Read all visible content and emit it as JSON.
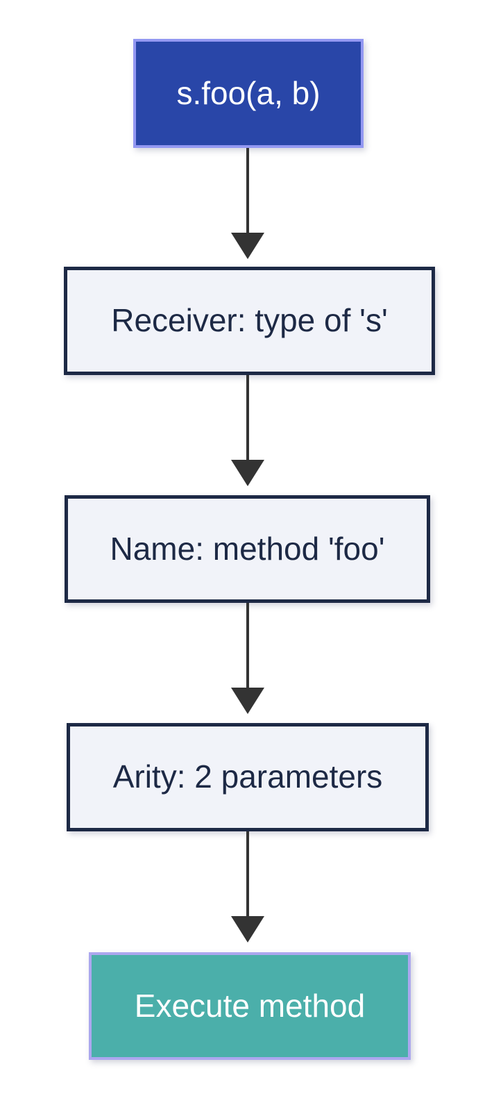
{
  "diagram": {
    "type": "flowchart",
    "direction": "top-down",
    "background": "#ffffff",
    "edge_color": "#333333",
    "nodes": [
      {
        "id": "call",
        "label": "s.foo(a, b)",
        "role": "start",
        "fill": "#2946a8",
        "border_color": "#9398f2",
        "text_color": "#ffffff"
      },
      {
        "id": "receiver",
        "label": "Receiver: type of 's'",
        "role": "step",
        "fill": "#f1f3f9",
        "border_color": "#1d2945",
        "text_color": "#1d2945"
      },
      {
        "id": "name",
        "label": "Name: method 'foo'",
        "role": "step",
        "fill": "#f1f3f9",
        "border_color": "#1d2945",
        "text_color": "#1d2945"
      },
      {
        "id": "arity",
        "label": "Arity: 2 parameters",
        "role": "step",
        "fill": "#f1f3f9",
        "border_color": "#1d2945",
        "text_color": "#1d2945"
      },
      {
        "id": "execute",
        "label": "Execute method",
        "role": "end",
        "fill": "#4bafaa",
        "border_color": "#aca7ef",
        "text_color": "#ffffff"
      }
    ],
    "edges": [
      {
        "from": "call",
        "to": "receiver"
      },
      {
        "from": "receiver",
        "to": "name"
      },
      {
        "from": "name",
        "to": "arity"
      },
      {
        "from": "arity",
        "to": "execute"
      }
    ]
  }
}
